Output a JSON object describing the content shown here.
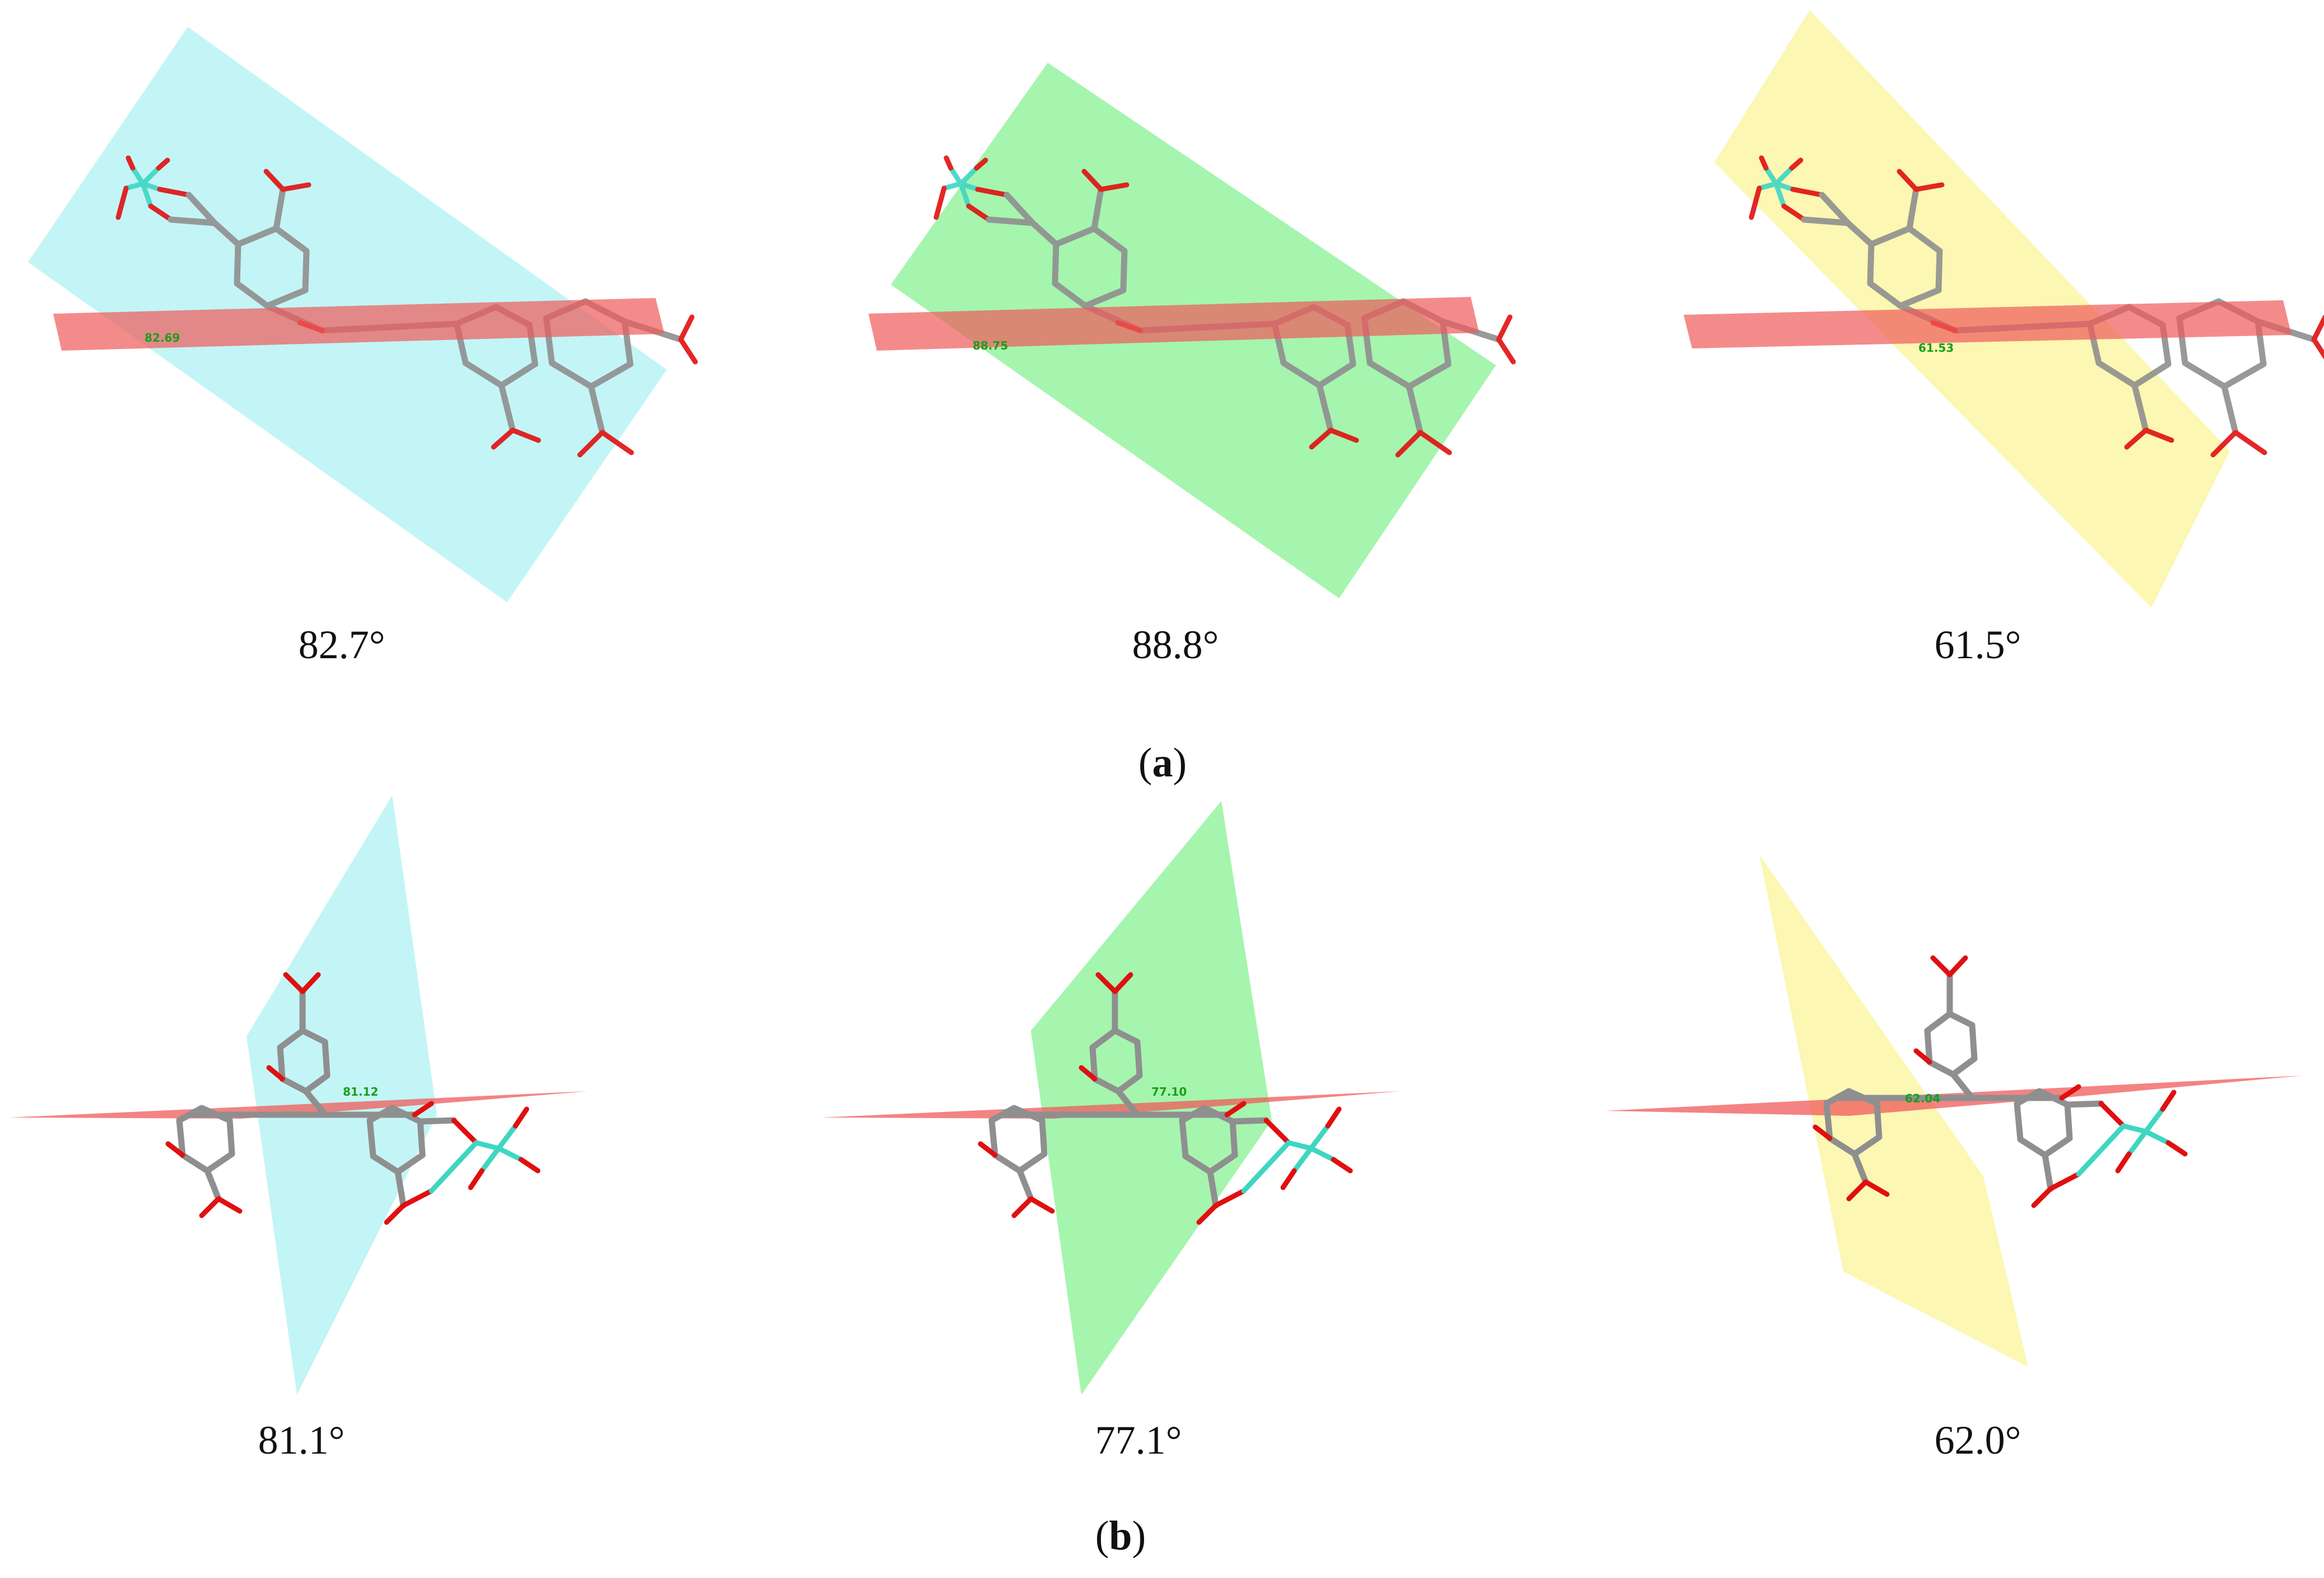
{
  "panels": {
    "a": {
      "label_open": "(",
      "label_letter": "a",
      "label_close": ")",
      "views": [
        {
          "angle_label": "82.7°",
          "measured": "82.69",
          "plane_color": "#b9f3f5"
        },
        {
          "angle_label": "88.8°",
          "measured": "88.75",
          "plane_color": "#8ef29a"
        },
        {
          "angle_label": "61.5°",
          "measured": "61.53",
          "plane_color": "#fbf6a6"
        }
      ]
    },
    "b": {
      "label_open": "(",
      "label_letter": "b",
      "label_close": ")",
      "views": [
        {
          "angle_label": "81.1°",
          "measured": "81.12",
          "plane_color": "#b9f3f5"
        },
        {
          "angle_label": "77.1°",
          "measured": "77.10",
          "plane_color": "#8ef29a"
        },
        {
          "angle_label": "62.0°",
          "measured": "62.04",
          "plane_color": "#fbf6a6"
        }
      ]
    }
  },
  "colors": {
    "reference_plane": "#f05a5a",
    "carbon_bond": "#8f8f8f",
    "oxygen_bond": "#e01010",
    "metal_center": "#3fd6c2",
    "measure_text": "#1a9e1a"
  }
}
